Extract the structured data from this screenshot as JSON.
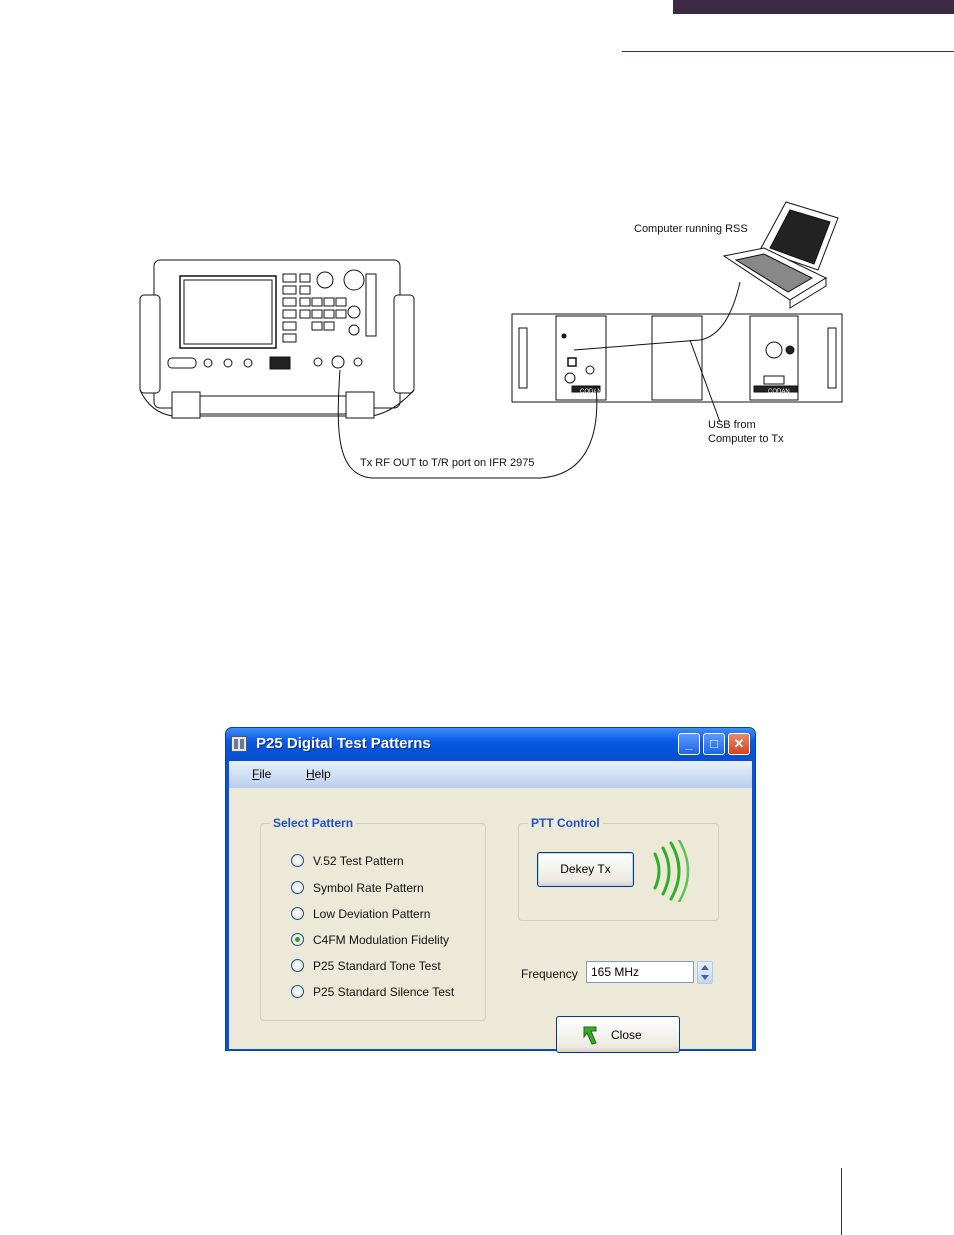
{
  "diagram": {
    "computer_label": "Computer running RSS",
    "usb_label_line1": "USB from",
    "usb_label_line2": "Computer to Tx",
    "cable_label": "Tx RF OUT to T/R port on IFR 2975",
    "rack_brand": "CODAN"
  },
  "dialog": {
    "title": "P25 Digital Test Patterns",
    "menu": [
      {
        "key": "F",
        "rest": "ile"
      },
      {
        "key": "H",
        "rest": "elp"
      }
    ],
    "select_pattern": {
      "title": "Select Pattern",
      "options": [
        {
          "label": "V.52 Test Pattern",
          "selected": false
        },
        {
          "label": "Symbol Rate Pattern",
          "selected": false
        },
        {
          "label": "Low Deviation Pattern",
          "selected": false
        },
        {
          "label": "C4FM Modulation Fidelity",
          "selected": true
        },
        {
          "label": "P25 Standard Tone Test",
          "selected": false
        },
        {
          "label": "P25 Standard Silence Test",
          "selected": false
        }
      ]
    },
    "ptt": {
      "title": "PTT Control",
      "button_label": "Dekey Tx"
    },
    "frequency": {
      "label": "Frequency",
      "value": "165 MHz"
    },
    "close_label": "Close"
  },
  "colors": {
    "header": "#3d2a45",
    "title_blue": "#0a5ae6",
    "group_title": "#1e52c8",
    "signal_green": "#2fae2a"
  }
}
